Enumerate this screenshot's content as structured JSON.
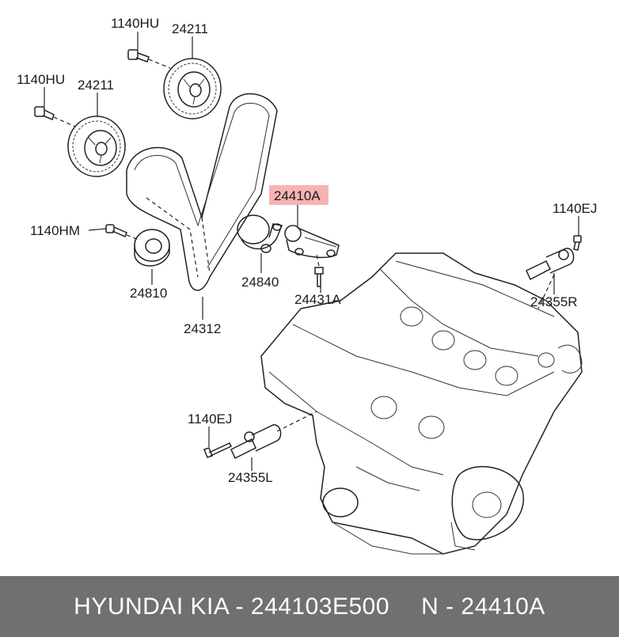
{
  "labels": {
    "bolt_top": "1140HU",
    "sprocket_top": "24211",
    "bolt_left": "1140HU",
    "sprocket_left": "24211",
    "bolt_idler": "1140HM",
    "idler": "24810",
    "belt": "24312",
    "tensioner": "24840",
    "tensioner_arm": "24410A",
    "tensioner_bolt": "24431A",
    "bolt_valve_right": "1140EJ",
    "valve_right": "24355R",
    "bolt_valve_left": "1140EJ",
    "valve_left": "24355L"
  },
  "highlight_color": "#f4a6a6",
  "footer": {
    "brand": "HYUNDAI  KIA - 244103E500",
    "part_no": "N - 24410A"
  }
}
